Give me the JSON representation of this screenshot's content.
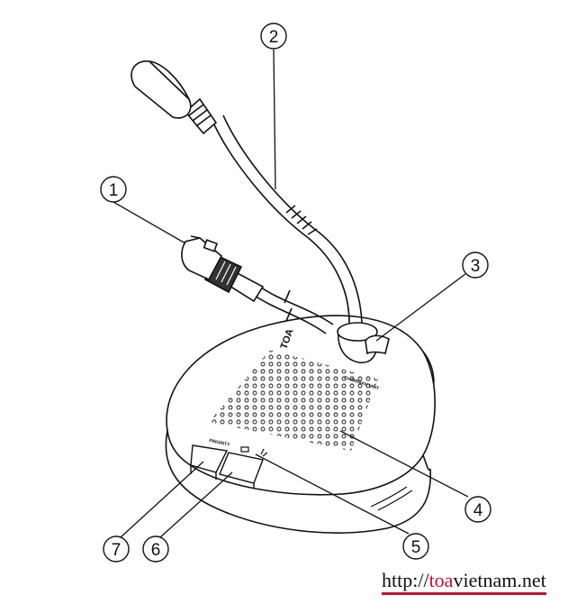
{
  "callouts": [
    {
      "number": "1",
      "part": "cable-connector"
    },
    {
      "number": "2",
      "part": "gooseneck-microphone"
    },
    {
      "number": "3",
      "part": "mic-socket"
    },
    {
      "number": "4",
      "part": "speaker-grille"
    },
    {
      "number": "5",
      "part": "talk-indicator"
    },
    {
      "number": "6",
      "part": "talk-button"
    },
    {
      "number": "7",
      "part": "priority-button"
    }
  ],
  "unit": {
    "brand": "TOA",
    "model_label": "CHAIRMAN UNIT",
    "priority_label": "PRIORITY"
  },
  "watermark": {
    "prefix": "http://",
    "accent": "toa",
    "middle": "vietnam",
    "suffix": ".net"
  },
  "colors": {
    "line": "#111111",
    "background": "#ffffff",
    "watermark_accent": "#c8102e"
  }
}
